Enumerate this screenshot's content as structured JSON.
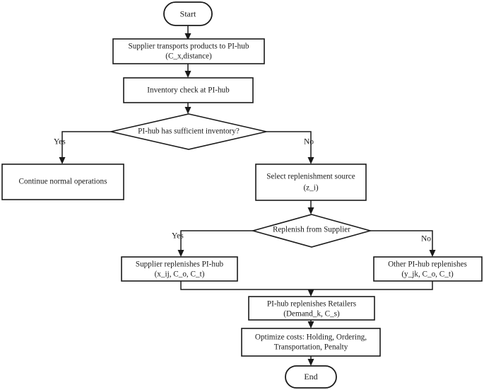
{
  "diagram": {
    "type": "flowchart",
    "title": "PI-hub replenishment decision flowchart",
    "background_color": "#ffffff",
    "line_color": "#1a1a1a",
    "text_color": "#1a1a1a"
  },
  "nodes": {
    "start": {
      "shape": "terminal",
      "label": "Start"
    },
    "supplier_transport": {
      "shape": "process",
      "line1": "Supplier transports products to PI-hub",
      "line2": "(C_x,distance)"
    },
    "inventory_check": {
      "shape": "process",
      "line1": "Inventory check at PI-hub"
    },
    "decision_inventory": {
      "shape": "decision",
      "label": "PI-hub has sufficient inventory?"
    },
    "continue_normal": {
      "shape": "process",
      "line1": "Continue normal operations"
    },
    "select_source": {
      "shape": "process",
      "line1": "Select replenishment source",
      "line2": "(z_i)"
    },
    "decision_supplier": {
      "shape": "decision",
      "label": "Replenish from Supplier"
    },
    "supplier_replenishes": {
      "shape": "process",
      "line1": "Supplier replenishes PI-hub",
      "line2": "(x_ij, C_o, C_t)"
    },
    "other_hub_replenishes": {
      "shape": "process",
      "line1": "Other PI-hub replenishes",
      "line2": "(y_jk, C_o, C_t)"
    },
    "hub_replenishes_retailers": {
      "shape": "process",
      "line1": "PI-hub replenishes Retailers",
      "line2": "(Demand_k, C_s)"
    },
    "optimize_costs": {
      "shape": "process",
      "line1": "Optimize costs: Holding, Ordering,",
      "line2": "Transportation, Penalty"
    },
    "end": {
      "shape": "terminal",
      "label": "End"
    }
  },
  "branch_labels": {
    "inventory_yes": "Yes",
    "inventory_no": "No",
    "supplier_yes": "Yes",
    "supplier_no": "No"
  }
}
